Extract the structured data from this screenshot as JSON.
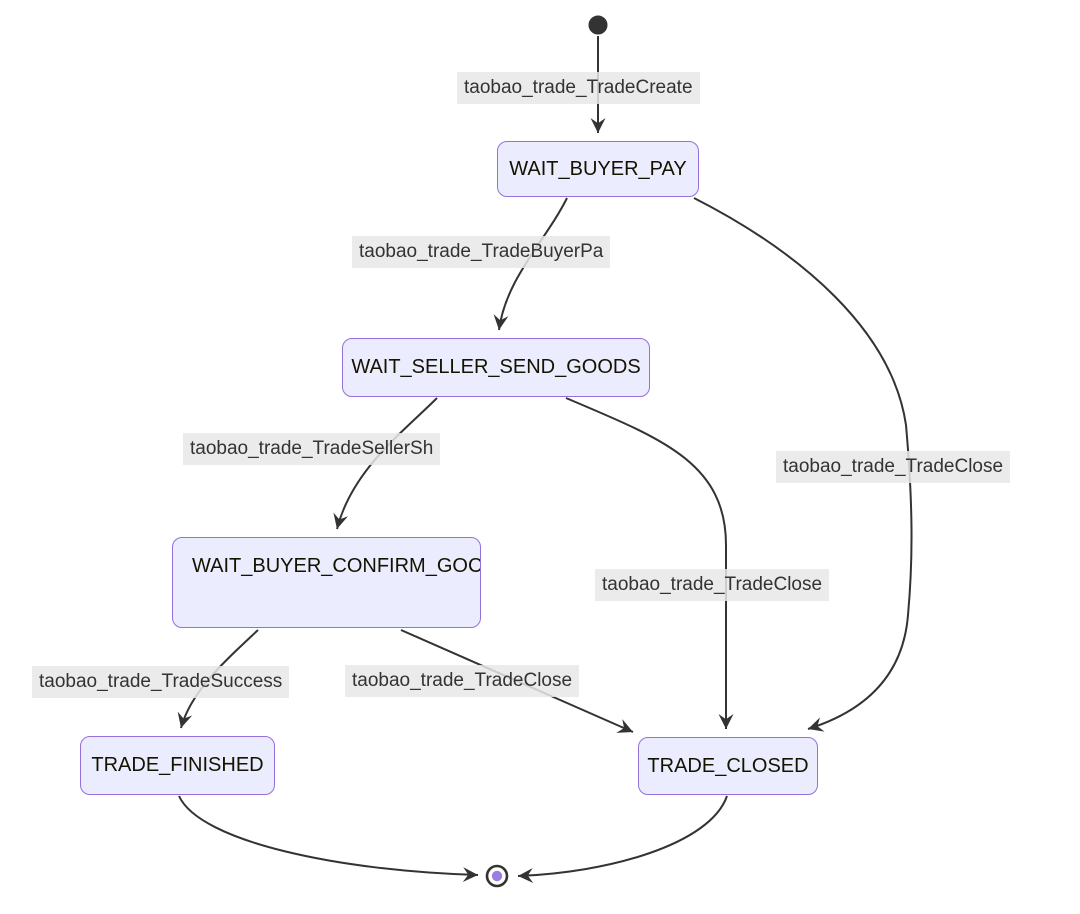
{
  "diagram": {
    "kind": "state-machine",
    "colors": {
      "state_fill": "#ECECFF",
      "state_border": "#9370DB",
      "state_text": "#131300",
      "edge_stroke": "#333333",
      "edge_label_bg": "#e8e8e8",
      "edge_label_text": "#333333",
      "start_dot": "#333333",
      "final_inner_dot": "#9b7ce0",
      "background": "#ffffff"
    },
    "states": {
      "start": {
        "type": "initial-dot",
        "label": ""
      },
      "wait_buyer_pay": {
        "label": "WAIT_BUYER_PAY"
      },
      "wait_seller_send_goods": {
        "label": "WAIT_SELLER_SEND_GOODS"
      },
      "wait_buyer_confirm_goods": {
        "label": "WAIT_BUYER_CONFIRM_GOC"
      },
      "trade_finished": {
        "label": "TRADE_FINISHED"
      },
      "trade_closed": {
        "label": "TRADE_CLOSED"
      },
      "end": {
        "type": "final-dot",
        "label": ""
      }
    },
    "transitions": [
      {
        "from": "start",
        "to": "wait_buyer_pay",
        "label": "taobao_trade_TradeCreate"
      },
      {
        "from": "wait_buyer_pay",
        "to": "wait_seller_send_goods",
        "label": "taobao_trade_TradeBuyerPa"
      },
      {
        "from": "wait_seller_send_goods",
        "to": "wait_buyer_confirm_goods",
        "label": "taobao_trade_TradeSellerSh"
      },
      {
        "from": "wait_buyer_confirm_goods",
        "to": "trade_finished",
        "label": "taobao_trade_TradeSuccess"
      },
      {
        "from": "wait_buyer_confirm_goods",
        "to": "trade_closed",
        "label": "taobao_trade_TradeClose"
      },
      {
        "from": "wait_seller_send_goods",
        "to": "trade_closed",
        "label": "taobao_trade_TradeClose"
      },
      {
        "from": "wait_buyer_pay",
        "to": "trade_closed",
        "label": "taobao_trade_TradeClose"
      },
      {
        "from": "trade_finished",
        "to": "end",
        "label": ""
      },
      {
        "from": "trade_closed",
        "to": "end",
        "label": ""
      }
    ]
  }
}
